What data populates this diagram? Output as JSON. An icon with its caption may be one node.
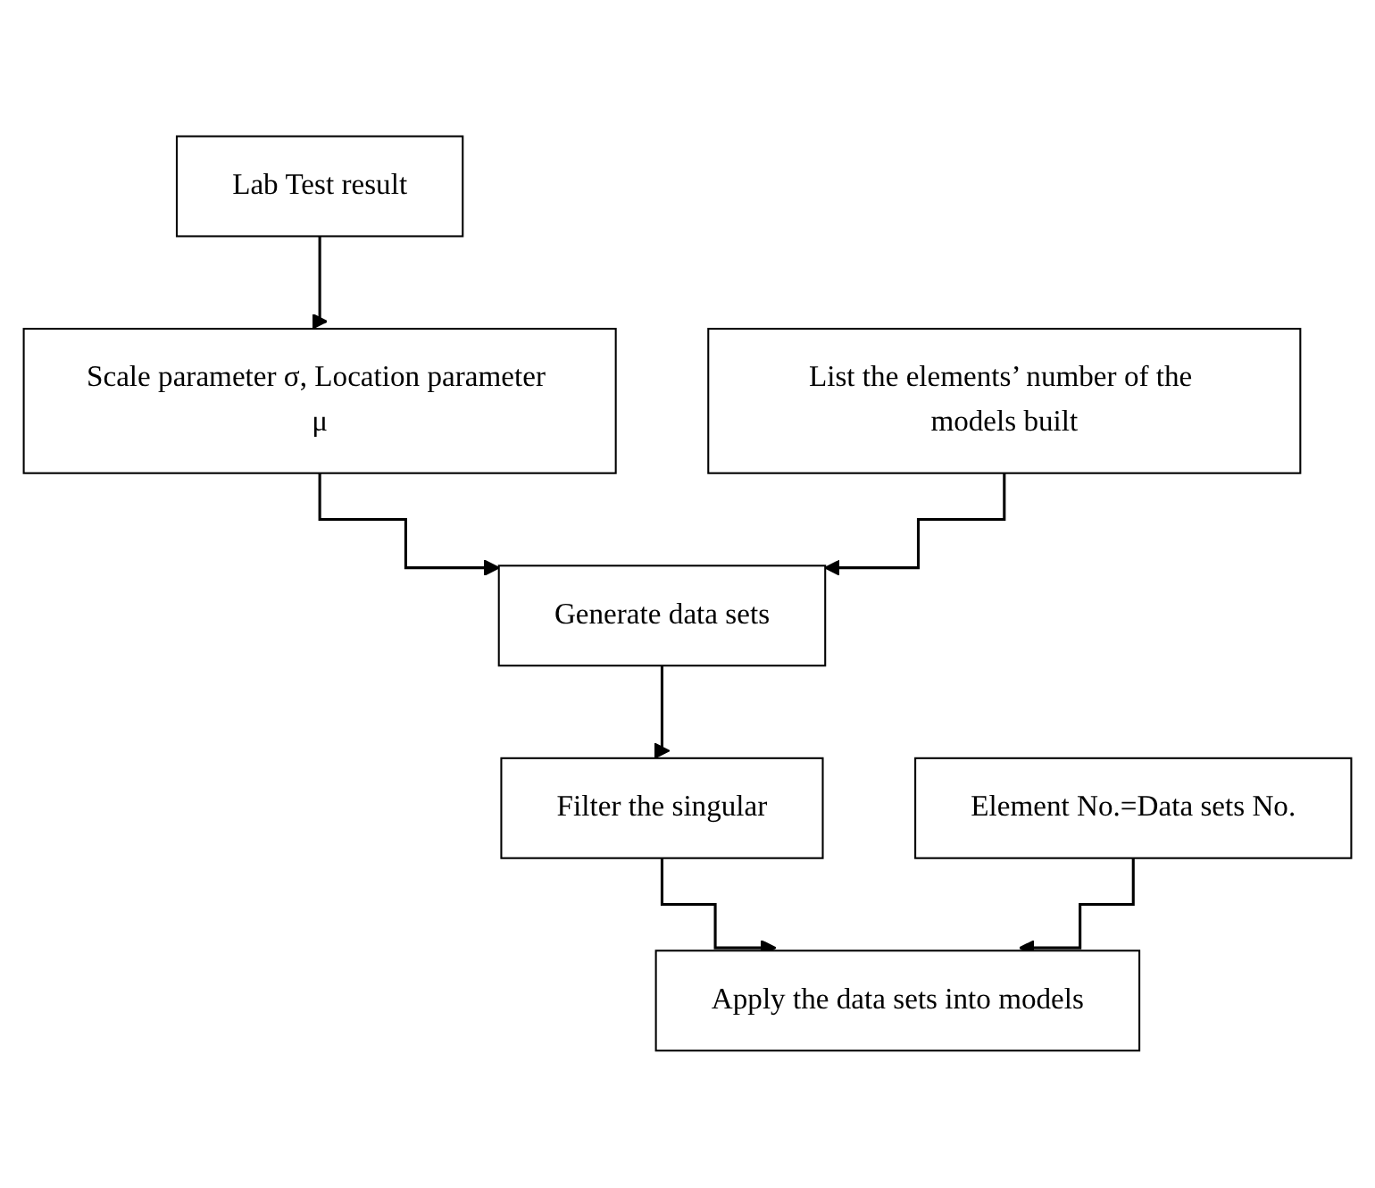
{
  "diagram": {
    "nodes": [
      {
        "text": [
          "Lab Test result"
        ]
      },
      {
        "text": [
          "Scale parameter σ, Location parameter μ"
        ]
      },
      {
        "text": [
          "List the elements’ number of the models built"
        ]
      },
      {
        "text": [
          "Generate data sets"
        ]
      },
      {
        "text": [
          "Element No.=Data sets No."
        ]
      },
      {
        "text": [
          "Filter the singular"
        ]
      },
      {
        "text": [
          "Apply the data sets into models"
        ]
      }
    ],
    "edges": [
      {
        "from": 0,
        "to": 1,
        "arrow": "to"
      },
      {
        "from": 1,
        "to": 3,
        "arrow": "to"
      },
      {
        "from": 2,
        "to": 3,
        "arrow": "to"
      },
      {
        "from": 3,
        "to": 5,
        "arrow": "to"
      },
      {
        "from": 5,
        "to": 6,
        "arrow": "to"
      },
      {
        "from": 4,
        "to": 6,
        "arrow": "to"
      }
    ]
  }
}
